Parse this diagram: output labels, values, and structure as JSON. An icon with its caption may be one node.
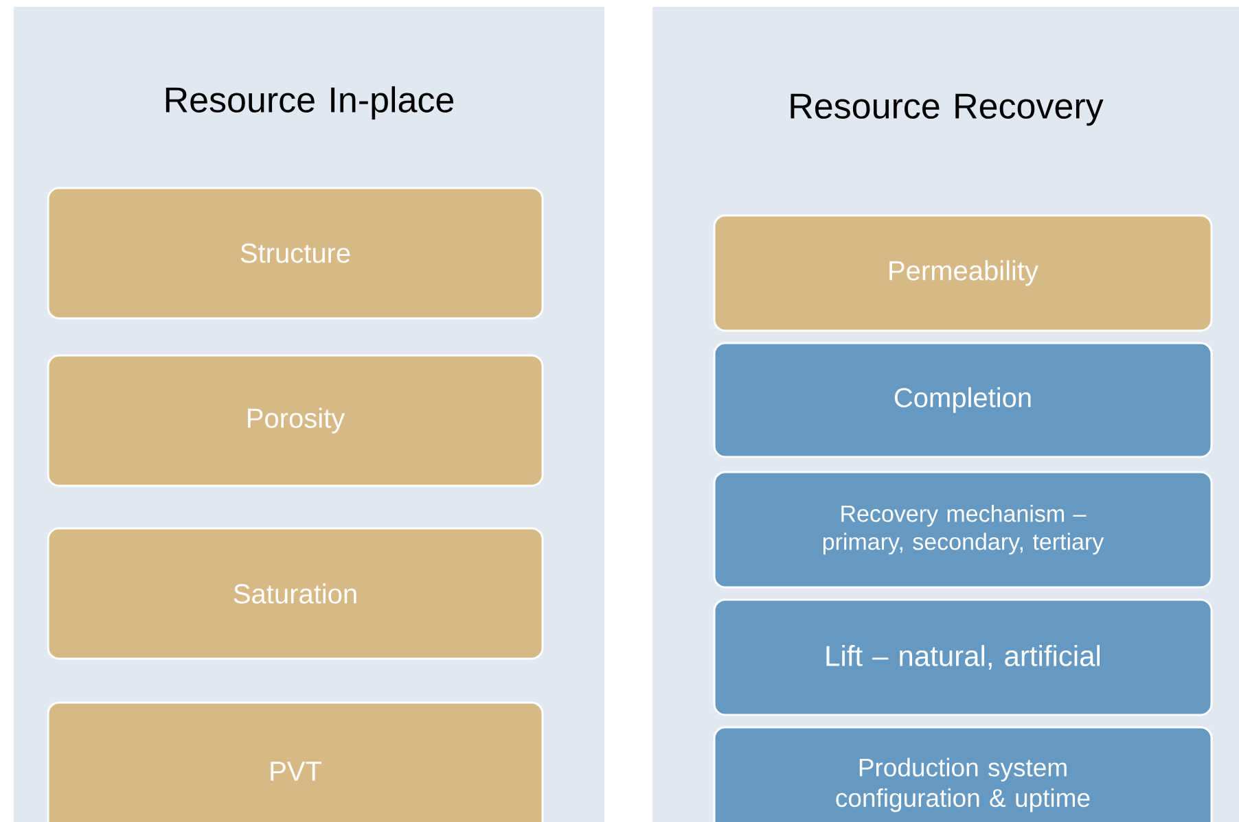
{
  "diagram": {
    "nodes": [
      {
        "text": [
          "Resource In-place"
        ]
      },
      {
        "text": [
          "Structure"
        ],
        "in": 0
      },
      {
        "text": [
          "Porosity"
        ],
        "in": 0
      },
      {
        "text": [
          "Saturation"
        ],
        "in": 0
      },
      {
        "text": [
          "PVT"
        ],
        "in": 0
      },
      {
        "text": [
          "Resource Recovery"
        ]
      },
      {
        "text": [
          "Permeability"
        ],
        "in": 5
      },
      {
        "text": [
          "Completion"
        ],
        "in": 5
      },
      {
        "text": [
          "Recovery mechanism – primary, secondary, tertiary"
        ],
        "in": 5
      },
      {
        "text": [
          "Lift – natural, artificial"
        ],
        "in": 5
      },
      {
        "text": [
          "Production system configuration & uptime"
        ],
        "in": 5
      }
    ]
  }
}
